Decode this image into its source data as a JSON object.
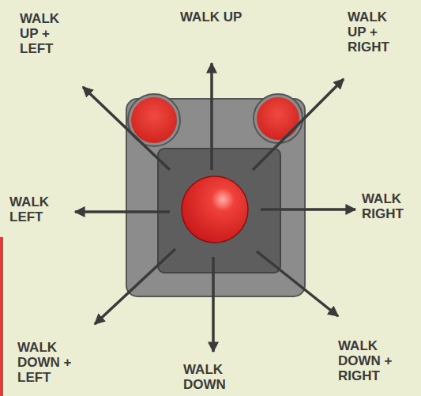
{
  "diagram": {
    "labels": [
      "WALK UP + LEFT",
      "WALK UP",
      "WALK UP + RIGHT",
      "WALK LEFT",
      "WALK RIGHT",
      "WALK DOWN + LEFT",
      "WALK DOWN",
      "WALK DOWN + RIGHT"
    ]
  }
}
